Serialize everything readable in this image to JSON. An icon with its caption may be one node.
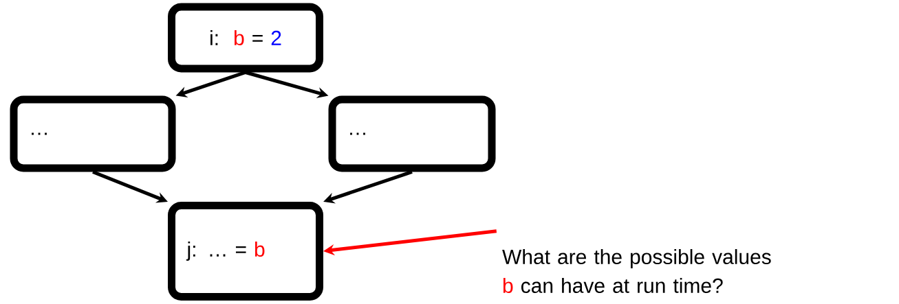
{
  "diagram": {
    "nodes": [
      {
        "text": [
          "i:",
          "b",
          "=",
          "2"
        ]
      },
      {
        "text": [
          "…"
        ]
      },
      {
        "text": [
          "…"
        ]
      },
      {
        "text": [
          "j: … =",
          "b"
        ]
      },
      {
        "text": [
          "What are the possible values",
          "b",
          "can have at run time?"
        ]
      }
    ],
    "edges": [
      {
        "from": 0,
        "to": 1,
        "arrow": "to"
      },
      {
        "from": 0,
        "to": 2,
        "arrow": "to"
      },
      {
        "from": 1,
        "to": 3,
        "arrow": "to"
      },
      {
        "from": 2,
        "to": 3,
        "arrow": "to"
      },
      {
        "from": 4,
        "to": 3,
        "arrow": "to",
        "color": "#ff0000"
      }
    ]
  }
}
